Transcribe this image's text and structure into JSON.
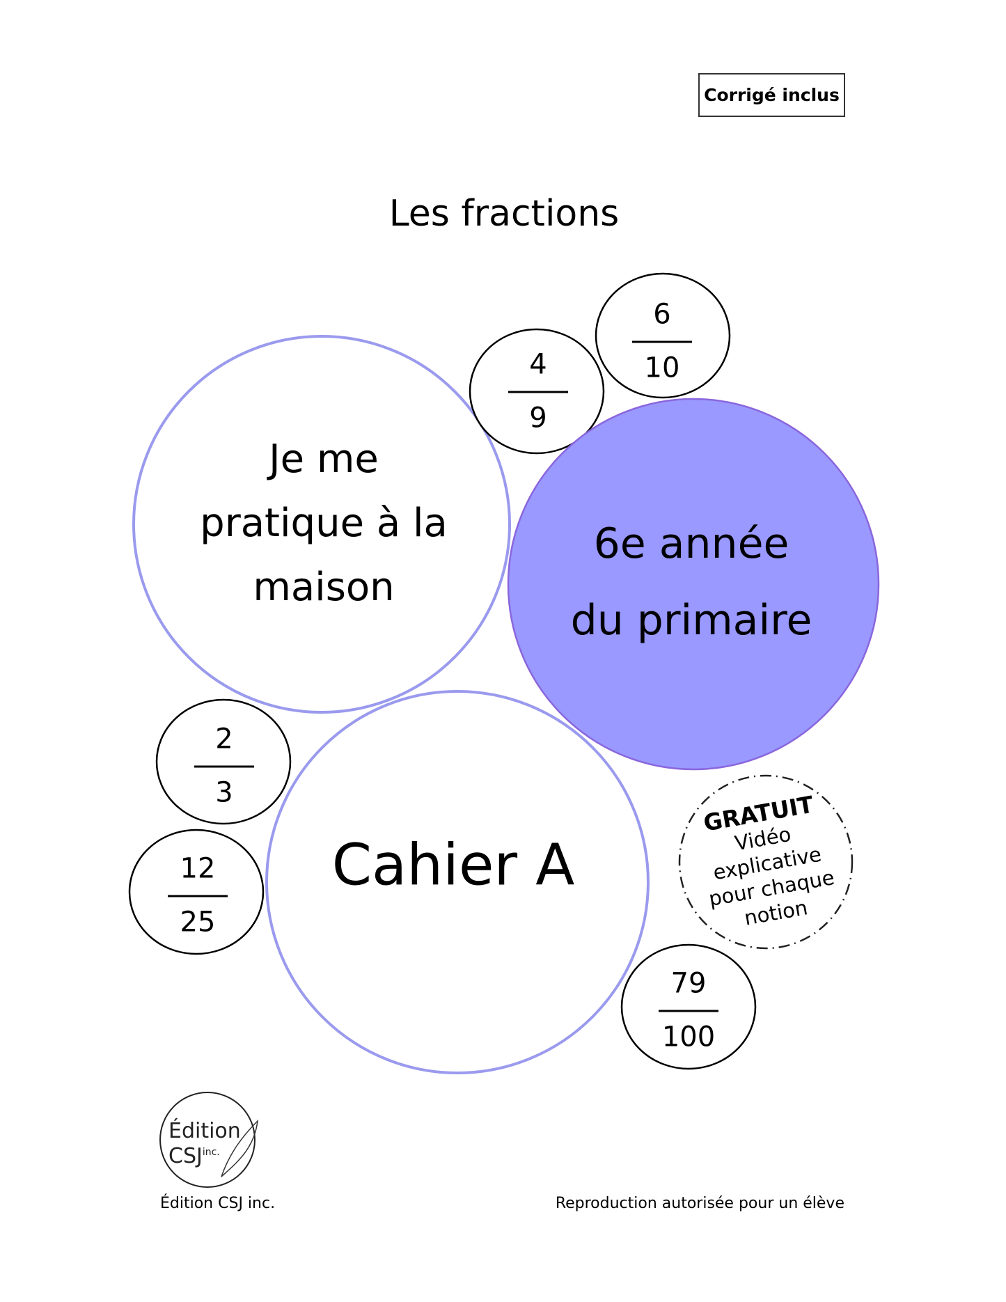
{
  "badge": "Corrigé inclus",
  "title": "Les fractions",
  "circles": {
    "practice": [
      "Je me",
      "pratique à la",
      "maison"
    ],
    "grade": [
      "6e année",
      "du primaire"
    ],
    "book": "Cahier A"
  },
  "fractions": [
    {
      "num": "4",
      "den": "9"
    },
    {
      "num": "6",
      "den": "10"
    },
    {
      "num": "2",
      "den": "3"
    },
    {
      "num": "12",
      "den": "25"
    },
    {
      "num": "79",
      "den": "100"
    }
  ],
  "stamp": {
    "headline": "GRATUIT",
    "lines": [
      "Vidéo",
      "explicative",
      "pour chaque",
      "notion"
    ]
  },
  "logo": {
    "line1": "Édition",
    "line2": "CSJ",
    "suffix": "inc."
  },
  "footer": {
    "left": "Édition CSJ inc.",
    "right": "Reproduction autorisée pour un élève"
  },
  "colors": {
    "accent_fill": "#9999ff",
    "accent_stroke": "#9a9aee",
    "filled_stroke": "#8a66dd"
  }
}
